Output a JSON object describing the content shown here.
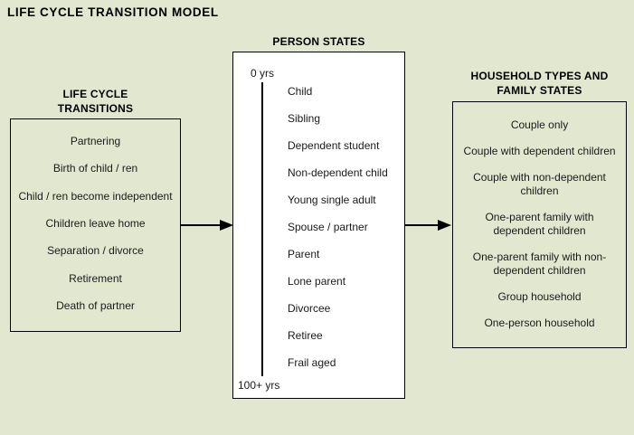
{
  "title": "LIFE CYCLE TRANSITION MODEL",
  "colors": {
    "background": "#e2e7d0",
    "person_states_box_fill": "#ffffff",
    "box_border": "#000000",
    "text": "#1a1a1a"
  },
  "icons": {
    "flow_arrow": "arrow-right"
  },
  "columns": {
    "transitions": {
      "header": "LIFE CYCLE TRANSITIONS",
      "items": [
        "Partnering",
        "Birth of child / ren",
        "Child / ren become independent",
        "Children leave home",
        "Separation / divorce",
        "Retirement",
        "Death of partner"
      ]
    },
    "person_states": {
      "header": "PERSON STATES",
      "axis_start_label": "0 yrs",
      "axis_end_label": "100+ yrs",
      "items": [
        "Child",
        "Sibling",
        "Dependent student",
        "Non-dependent child",
        "Young single adult",
        "Spouse / partner",
        "Parent",
        "Lone parent",
        "Divorcee",
        "Retiree",
        "Frail aged"
      ]
    },
    "household_types": {
      "header": "HOUSEHOLD TYPES AND FAMILY STATES",
      "items": [
        "Couple only",
        "Couple with dependent children",
        "Couple with non-dependent children",
        "One-parent family with dependent children",
        "One-parent family with non-dependent children",
        "Group household",
        "One-person household"
      ]
    }
  }
}
